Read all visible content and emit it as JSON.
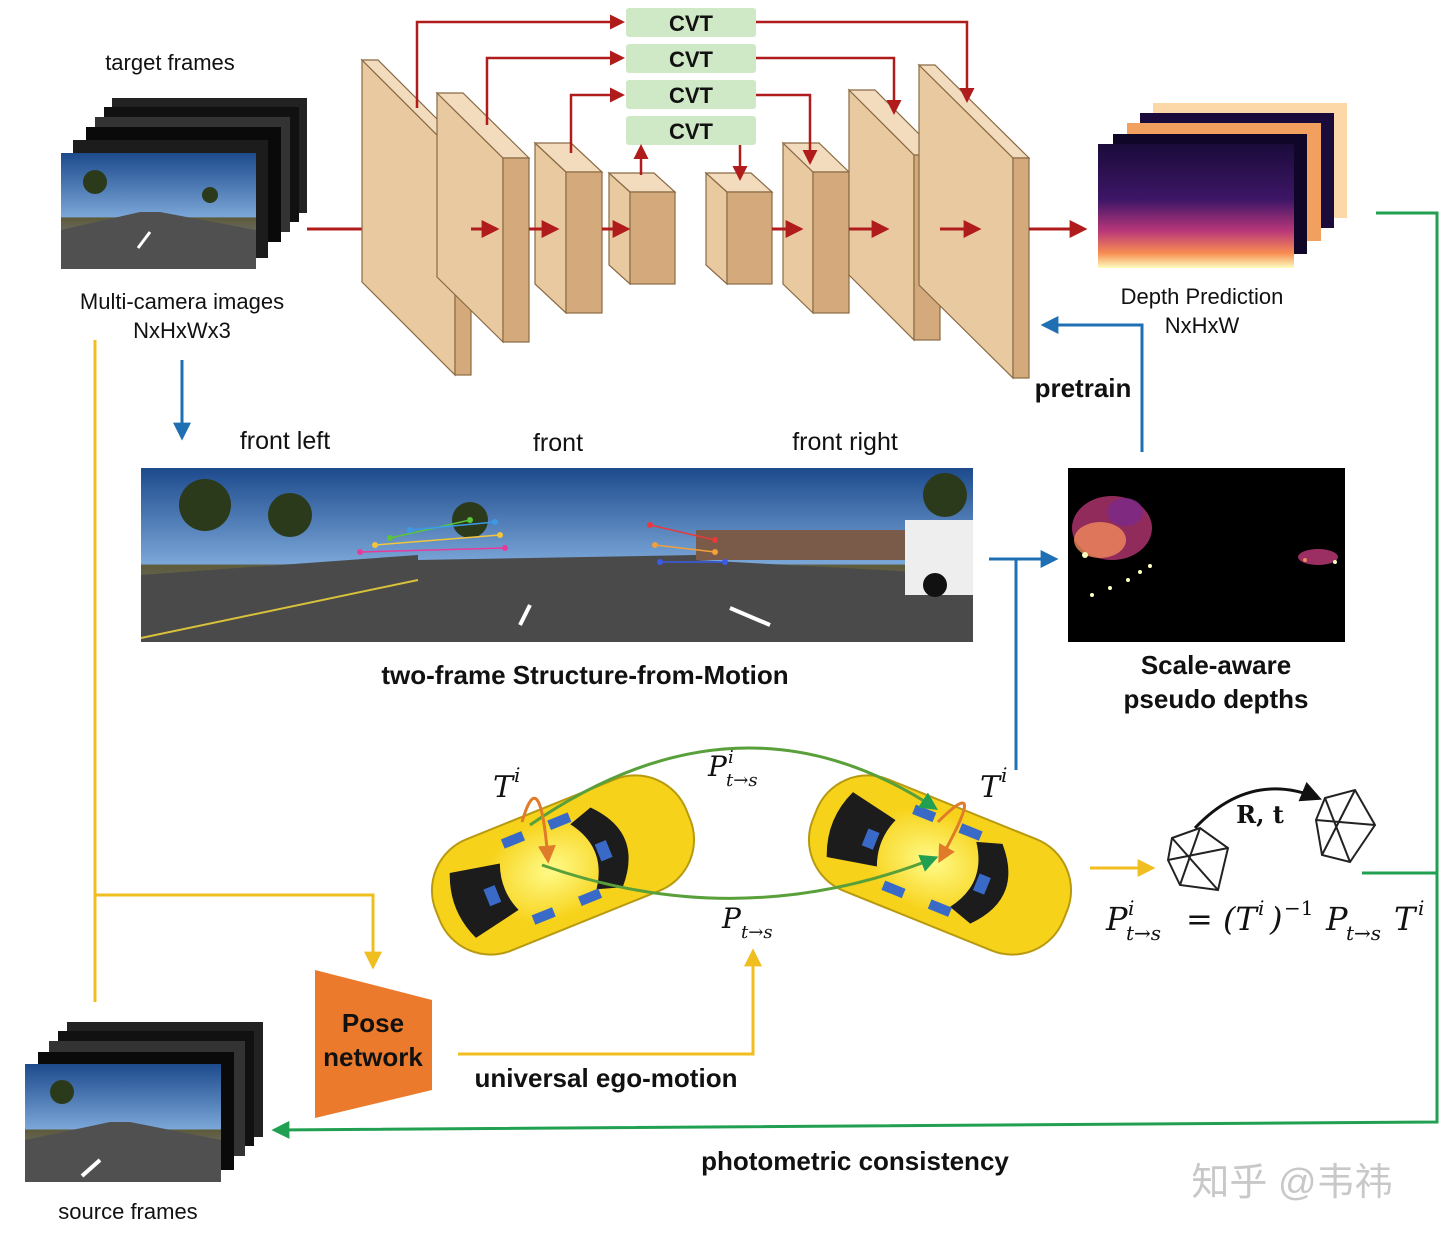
{
  "labels": {
    "target_frames": "target frames",
    "multi_camera_images": "Multi-camera images",
    "input_shape": "NxHxWx3",
    "cvt": "CVT",
    "depth_prediction": "Depth Prediction",
    "depth_shape": "NxHxW",
    "pretrain": "pretrain",
    "front_left": "front left",
    "front": "front",
    "front_right": "front right",
    "sfm": "two-frame Structure-from-Motion",
    "scale_aware_line1": "Scale-aware",
    "scale_aware_line2": "pseudo depths",
    "pose_line1": "Pose",
    "pose_line2": "network",
    "ego_motion": "universal ego-motion",
    "photometric": "photometric consistency",
    "source_frames": "source frames",
    "rotation_translation": "R, t",
    "watermark": "知乎 @韦祎"
  },
  "math": {
    "T": "T",
    "sup_i": "i",
    "P": "P",
    "sub_ts": "t→s",
    "equation": "= (T",
    "equation_inv": "i",
    "equation_pow": ")",
    "equation_exp": "−1"
  },
  "colors": {
    "encoder_face": "#e8c9a0",
    "encoder_side": "#d4aa7d",
    "encoder_front": "#f2dcbd",
    "cvt_fill": "#cfe8c6",
    "arrow_red": "#b01c1c",
    "arrow_blue": "#1f6fb3",
    "arrow_yellow": "#f0be1e",
    "arrow_green": "#22a052",
    "pose_fill": "#ec7a2c",
    "car_yellow": "#f7d21a"
  }
}
